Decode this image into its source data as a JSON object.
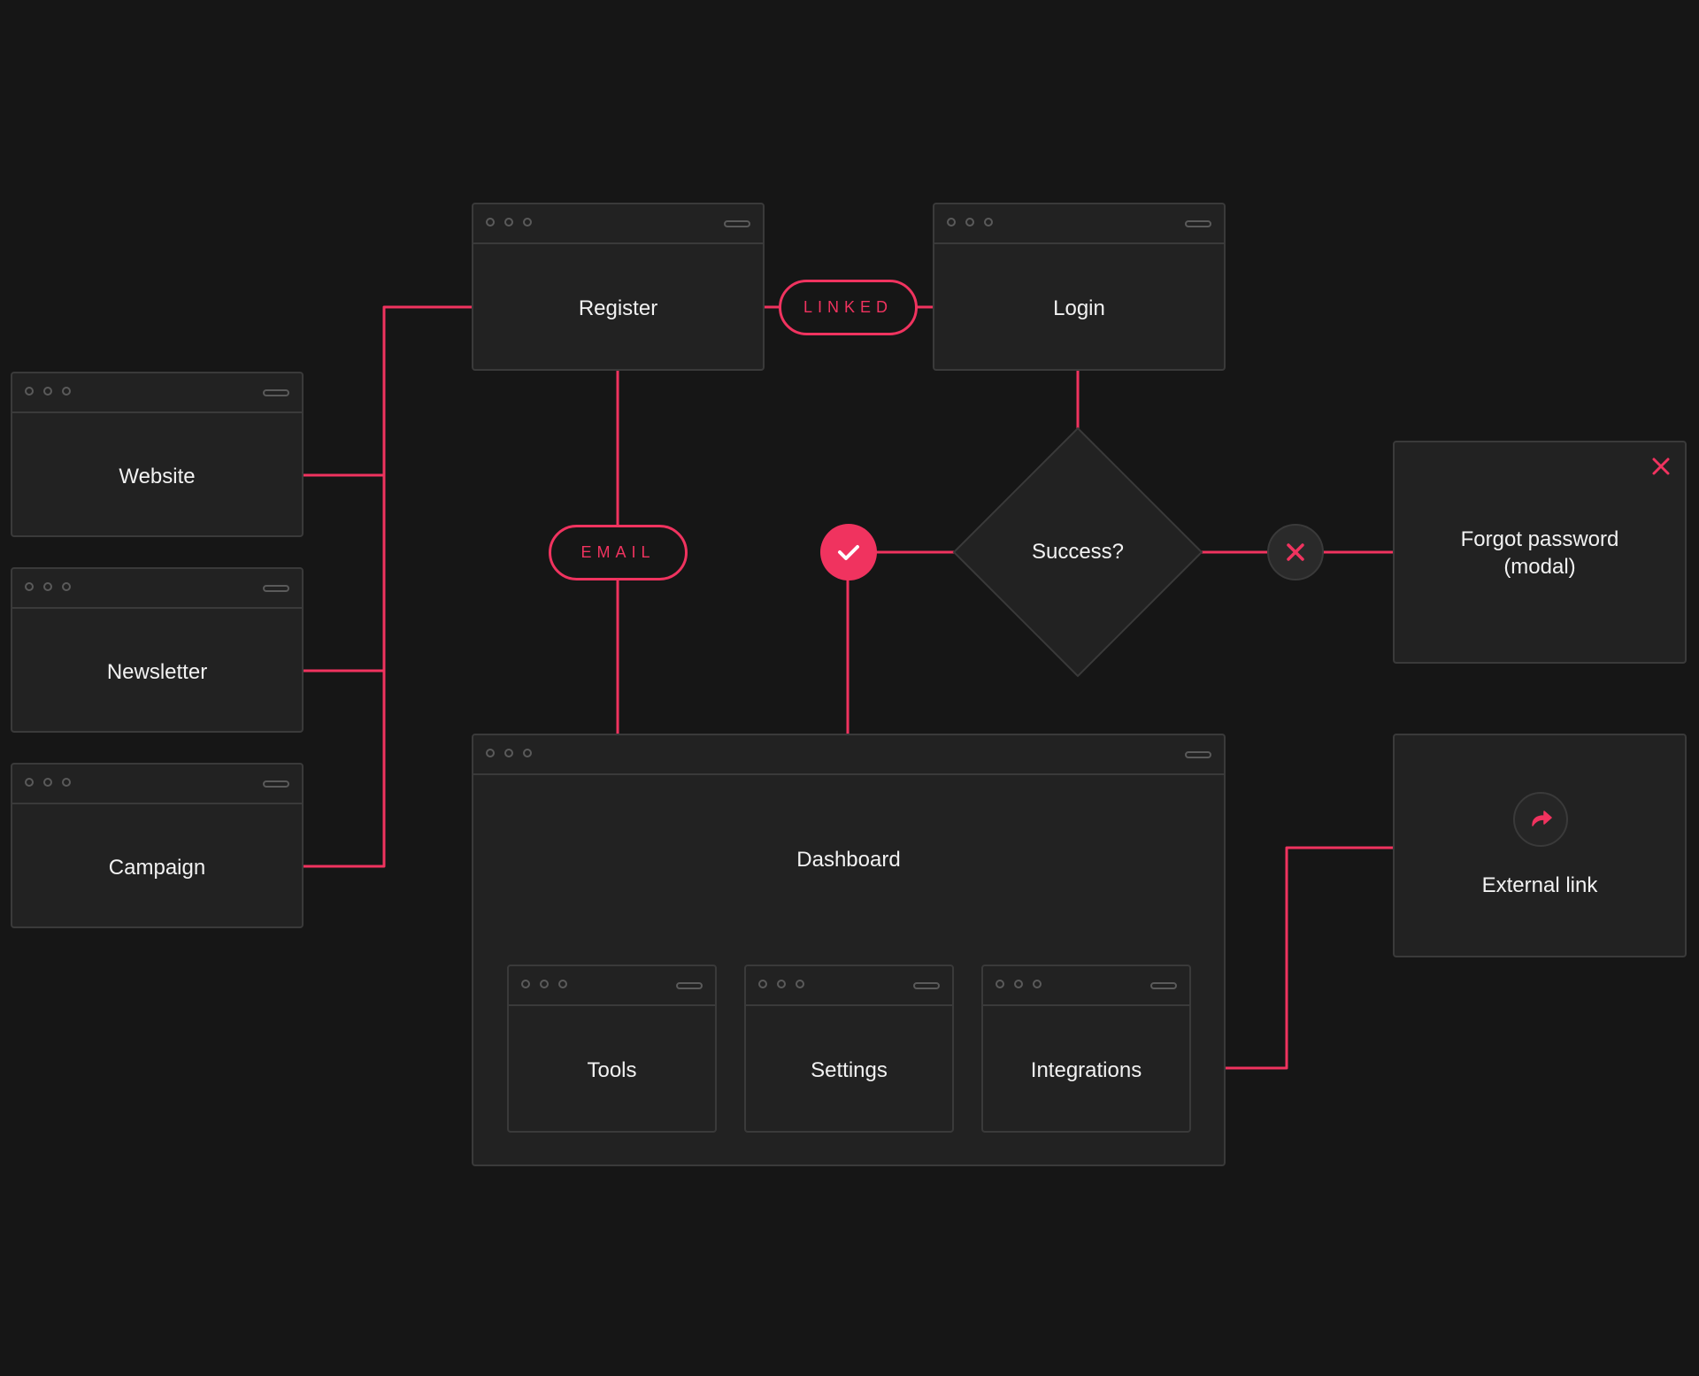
{
  "colors": {
    "accent": "#f0335f",
    "background": "#161616",
    "panel": "#222222",
    "border": "#3a3a3a"
  },
  "sources": [
    {
      "label": "Website"
    },
    {
      "label": "Newsletter"
    },
    {
      "label": "Campaign"
    }
  ],
  "register": {
    "label": "Register"
  },
  "login": {
    "label": "Login"
  },
  "linked_tag": {
    "label": "LINKED"
  },
  "email_tag": {
    "label": "EMAIL"
  },
  "decision": {
    "label": "Success?"
  },
  "forgot_password": {
    "label_line1": "Forgot password",
    "label_line2": "(modal)",
    "close_icon": "close-icon"
  },
  "dashboard": {
    "label": "Dashboard"
  },
  "subpages": [
    {
      "label": "Tools"
    },
    {
      "label": "Settings"
    },
    {
      "label": "Integrations"
    }
  ],
  "external_link": {
    "label": "External link",
    "icon": "share-arrow-icon"
  },
  "success_icon": "check-icon",
  "failure_icon": "x-icon"
}
